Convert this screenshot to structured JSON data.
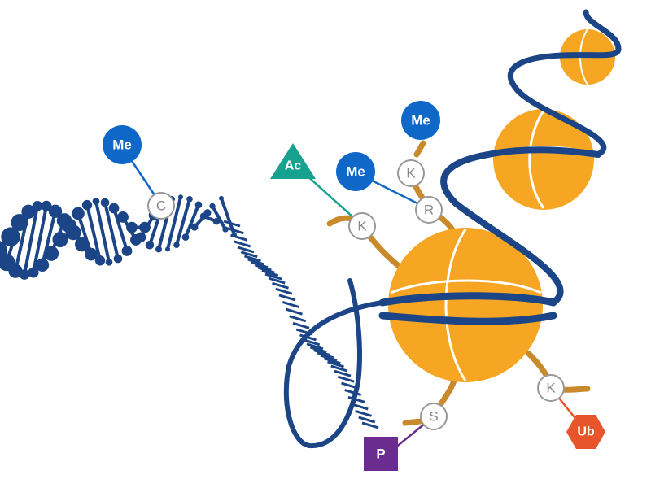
{
  "colors": {
    "dna": "#1b4586",
    "histone": "#f6a623",
    "tail": "#c98a2c",
    "methyl": "#0f68c8",
    "acetyl": "#16a28f",
    "phospho": "#6a2c8e",
    "ubiquitin": "#e9552a"
  },
  "marks": {
    "me_dna": "Me",
    "me_r": "Me",
    "me_k": "Me",
    "ac": "Ac",
    "p": "P",
    "ub": "Ub"
  },
  "residues": {
    "c": "C",
    "k_ac": "K",
    "r": "R",
    "k_me": "K",
    "s": "S",
    "k_ub": "K"
  }
}
